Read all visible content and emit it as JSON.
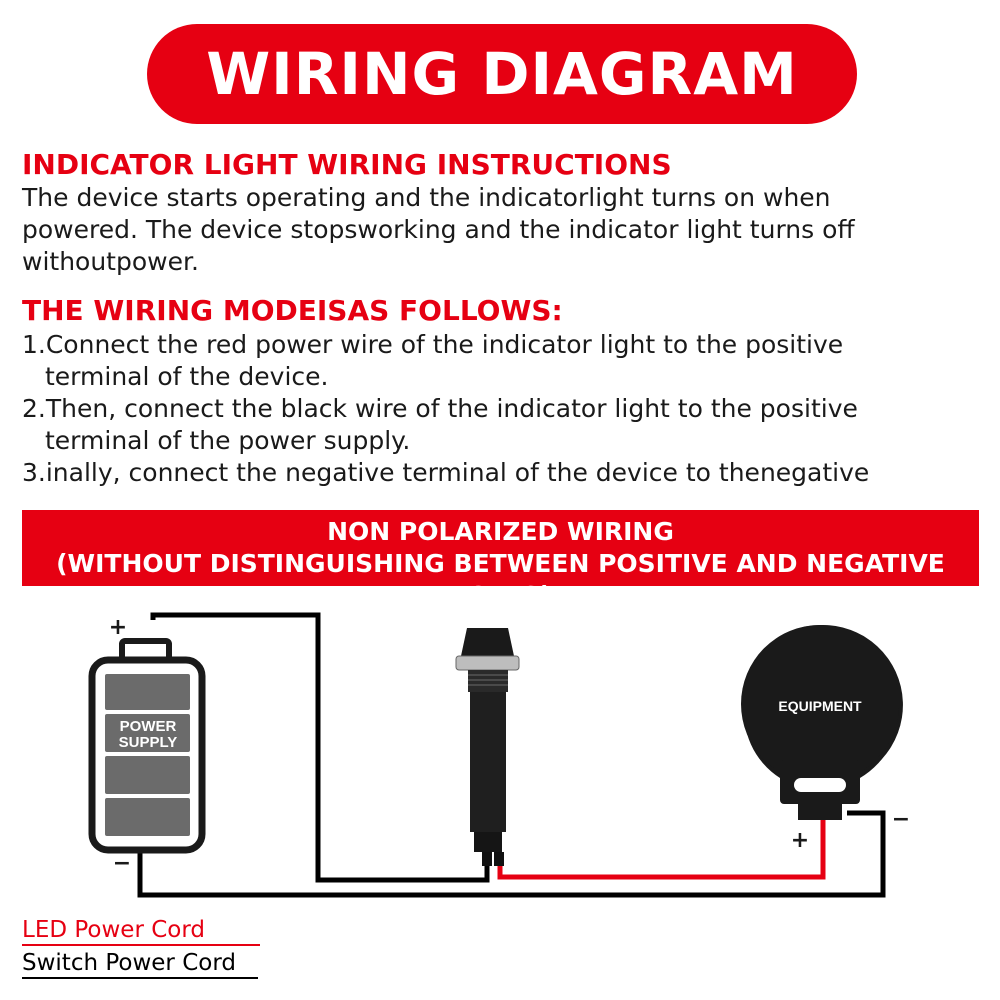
{
  "title": "WIRING DIAGRAM",
  "section1": {
    "heading": "INDICATOR LIGHT WIRING INSTRUCTIONS",
    "lines": [
      "The device starts operating and the indicatorlight turns on when",
      "powered. The device stopsworking and the indicator light turns off",
      "withoutpower."
    ]
  },
  "section2": {
    "heading": "THE WIRING MODEISAS FOLLOWS:",
    "steps": [
      {
        "line1": "1.Connect the red power wire of the indicator light to the positive",
        "line2": "terminal of the device."
      },
      {
        "line1": "2.Then, connect the black wire of the indicator light to the positive",
        "line2": "terminal of the power supply."
      },
      {
        "line1": "3.inally, connect the negative terminal of the device to thenegative"
      }
    ]
  },
  "banner": {
    "line1": "NON POLARIZED WIRING",
    "line2": "(WITHOUT DISTINGUISHING BETWEEN POSITIVE AND NEGATIVE POLES)"
  },
  "diagram": {
    "battery_label_1": "POWER",
    "battery_label_2": "SUPPLY",
    "battery_plus": "+",
    "battery_minus": "−",
    "equipment_label": "EQUIPMENT",
    "equipment_plus": "+",
    "equipment_minus": "−",
    "colors": {
      "red_wire": "#e60012",
      "black_wire": "#000000"
    }
  },
  "legend": {
    "led_power_cord": "LED Power Cord",
    "switch_power_cord": "Switch Power Cord"
  }
}
